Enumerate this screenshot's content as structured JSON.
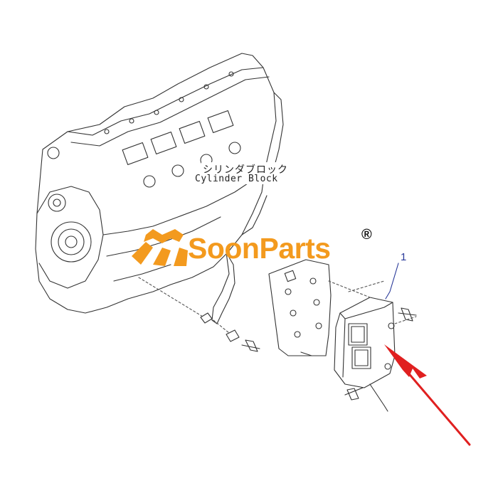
{
  "labels": {
    "cylinder_block_jp": "シリンダブロック",
    "cylinder_block_en": "Cylinder Block",
    "part_number": "1"
  },
  "watermark": {
    "brand": "SoonParts",
    "registered_mark": "®",
    "color": "#f39a1e"
  },
  "pointer": {
    "color": "#e02020"
  }
}
